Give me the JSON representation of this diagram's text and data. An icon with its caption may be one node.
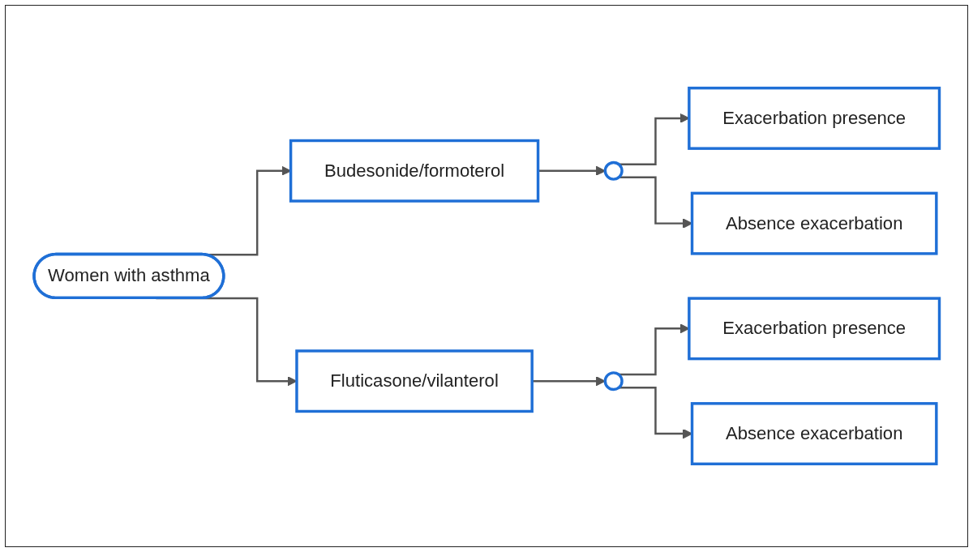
{
  "diagram": {
    "nodes": [
      {
        "text": [
          "Women with asthma"
        ]
      },
      {
        "text": [
          "Budesonide/formoterol"
        ]
      },
      {
        "text": [],
        "shape": "circle"
      },
      {
        "text": [
          "Exacerbation presence"
        ]
      },
      {
        "text": [
          "Absence exacerbation"
        ]
      },
      {
        "text": [
          "Fluticasone/vilanterol"
        ]
      },
      {
        "text": [],
        "shape": "circle"
      },
      {
        "text": [
          "Exacerbation presence"
        ]
      },
      {
        "text": [
          "Absence exacerbation"
        ]
      }
    ],
    "edges": [
      {
        "from": 0,
        "to": 1,
        "arrow": "to"
      },
      {
        "from": 0,
        "to": 5,
        "arrow": "to"
      },
      {
        "from": 1,
        "to": 2,
        "arrow": "to"
      },
      {
        "from": 2,
        "to": 3,
        "arrow": "to"
      },
      {
        "from": 2,
        "to": 4,
        "arrow": "to"
      },
      {
        "from": 5,
        "to": 6,
        "arrow": "to"
      },
      {
        "from": 6,
        "to": 7,
        "arrow": "to"
      },
      {
        "from": 6,
        "to": 8,
        "arrow": "to"
      }
    ]
  }
}
